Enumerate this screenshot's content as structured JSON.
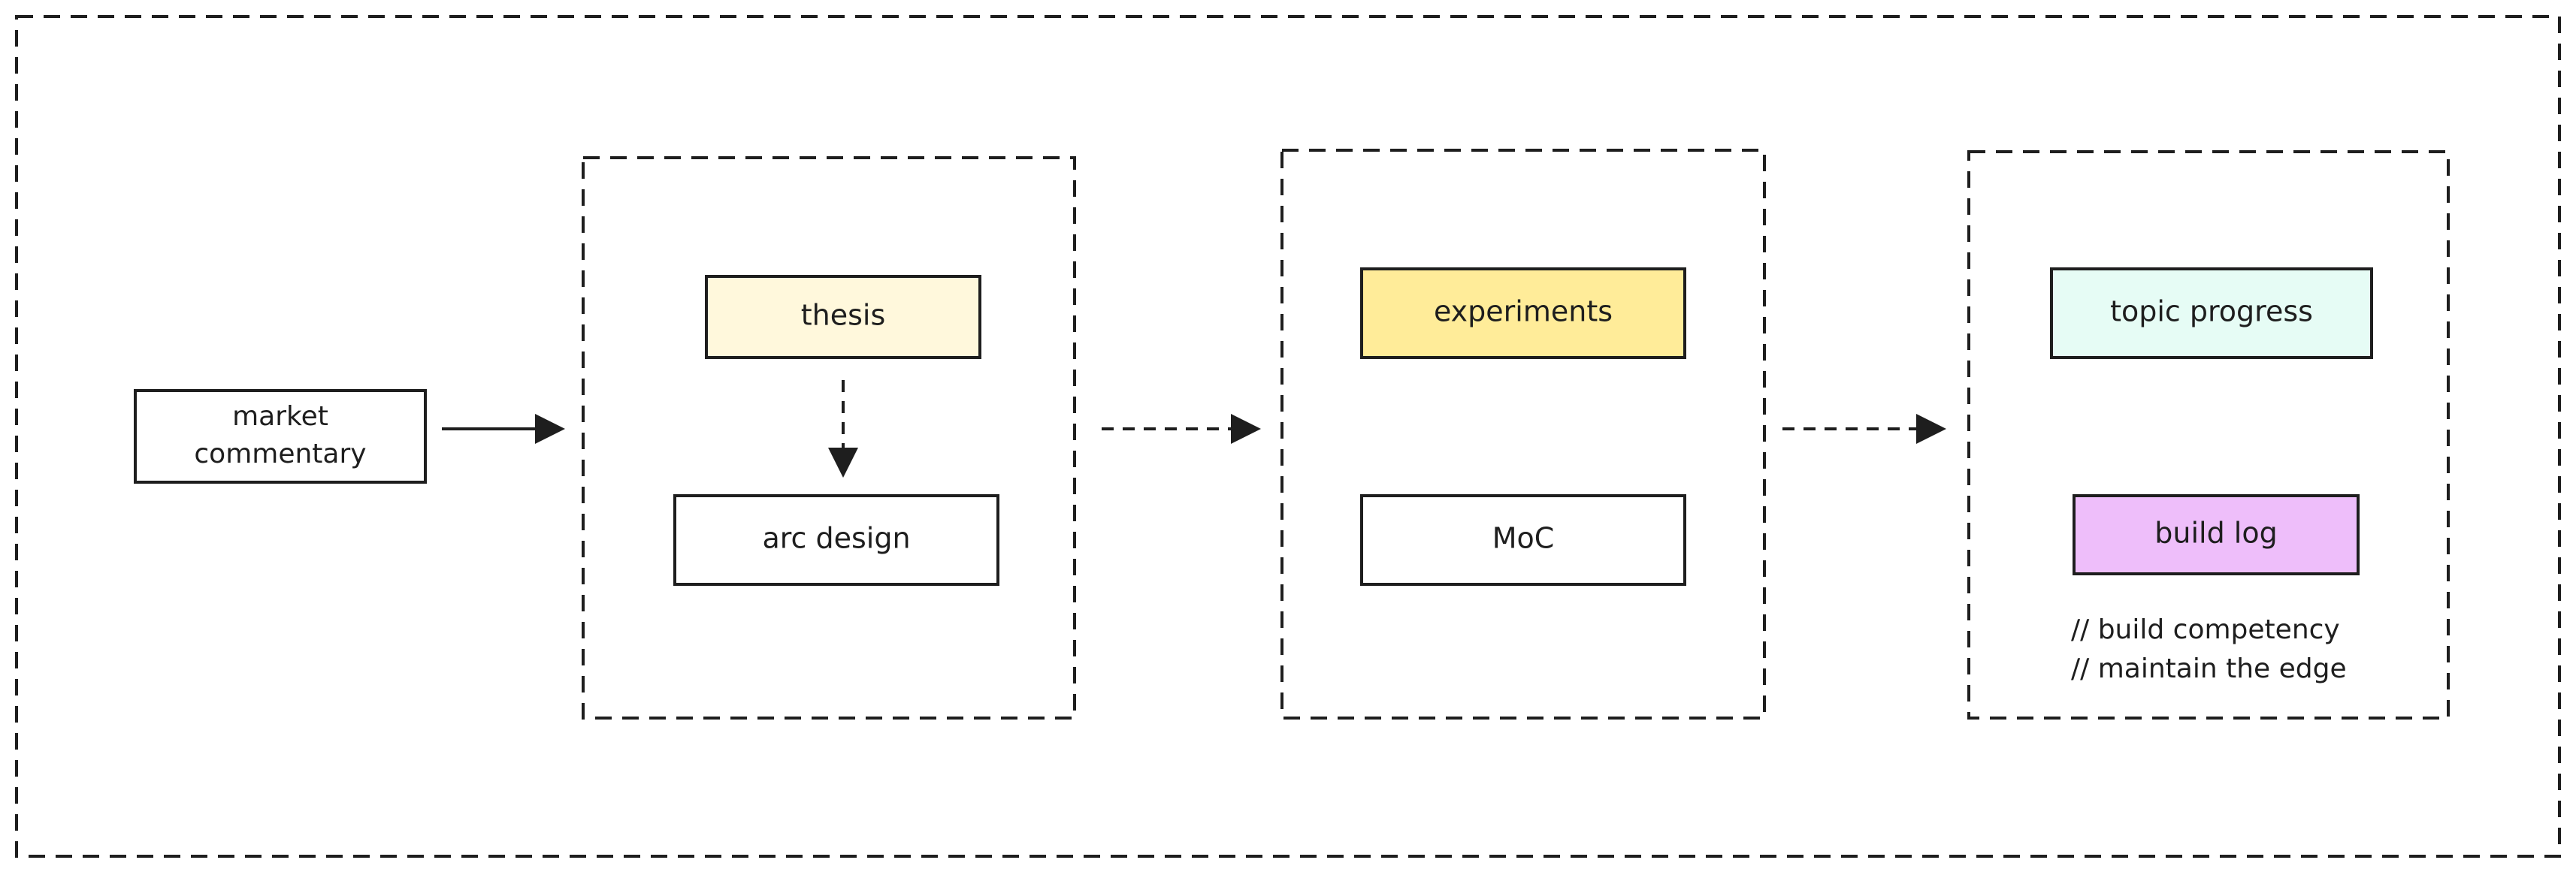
{
  "nodes": {
    "market_commentary": {
      "lines": [
        "market",
        "commentary"
      ],
      "fill": "#ffffff"
    },
    "thesis": {
      "label": "thesis",
      "fill": "#fff8dc"
    },
    "arc_design": {
      "label": "arc design",
      "fill": "#ffffff"
    },
    "experiments": {
      "label": "experiments",
      "fill": "#ffec99"
    },
    "moc": {
      "label": "MoC",
      "fill": "#ffffff"
    },
    "topic_progress": {
      "label": "topic progress",
      "fill": "#e6fcf5"
    },
    "build_log": {
      "label": "build log",
      "fill": "#eebefa"
    }
  },
  "notes": [
    "// build competency",
    "// maintain the edge"
  ],
  "colors": {
    "stroke": "#1e1e1e",
    "background": "#ffffff"
  }
}
